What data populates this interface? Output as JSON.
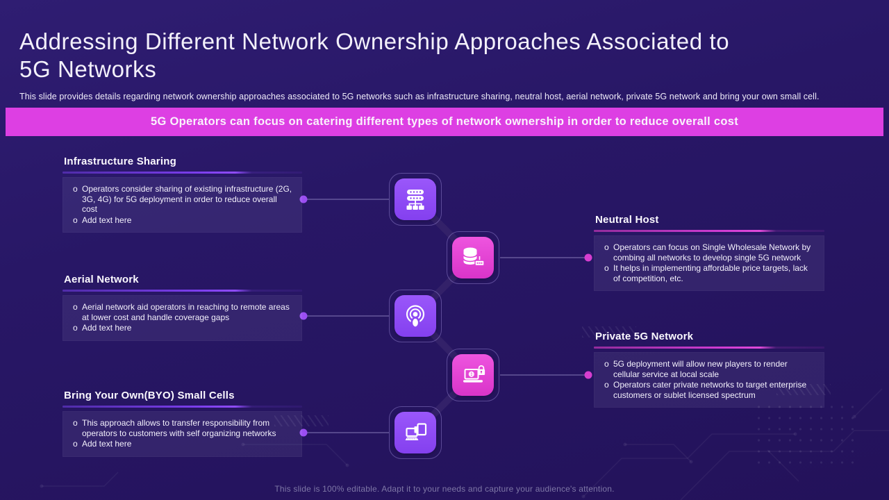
{
  "slide": {
    "title_line1": "Addressing Different Network Ownership Approaches Associated to",
    "title_line2": "5G Networks",
    "subtitle": "This slide provides details regarding network ownership approaches associated to 5G networks such as infrastructure sharing, neutral host, aerial network, private 5G network and bring your own small cell.",
    "banner": "5G Operators can focus on catering different types of network ownership in order to reduce overall cost",
    "footer": "This slide is 100% editable. Adapt it to your needs and capture your audience's attention."
  },
  "ui": {
    "bullet_char": "o"
  },
  "colors": {
    "background": "#271566",
    "banner_bg": "#dd3fe3",
    "accent_purple": "#8b46f2",
    "accent_magenta": "#e03fd4",
    "text": "#f3f0fc"
  },
  "cards": {
    "infrastructure_sharing": {
      "title": "Infrastructure Sharing",
      "bullets": [
        "Operators consider sharing of existing infrastructure (2G, 3G, 4G) for 5G deployment in order to reduce overall cost",
        "Add text here"
      ]
    },
    "neutral_host": {
      "title": "Neutral Host",
      "bullets": [
        "Operators can focus on Single Wholesale Network by combing all networks to develop single 5G network",
        "It helps in implementing affordable price targets, lack of competition, etc."
      ]
    },
    "aerial_network": {
      "title": "Aerial Network",
      "bullets": [
        "Aerial network aid operators in reaching to remote areas at lower cost and handle coverage gaps",
        "Add text here"
      ]
    },
    "private_5g_network": {
      "title": "Private 5G Network",
      "bullets": [
        "5G deployment will allow new players to render cellular service at local scale",
        "Operators cater private networks to target enterprise customers or sublet licensed spectrum"
      ]
    },
    "byo_small_cells": {
      "title": "Bring Your Own(BYO) Small Cells",
      "bullets": [
        "This approach allows to transfer responsibility from operators to customers with self organizing networks",
        "Add text here"
      ]
    }
  },
  "icons": [
    "server-network-icon",
    "database-router-icon",
    "broadcast-antenna-icon",
    "secure-laptop-icon",
    "connected-devices-icon"
  ]
}
